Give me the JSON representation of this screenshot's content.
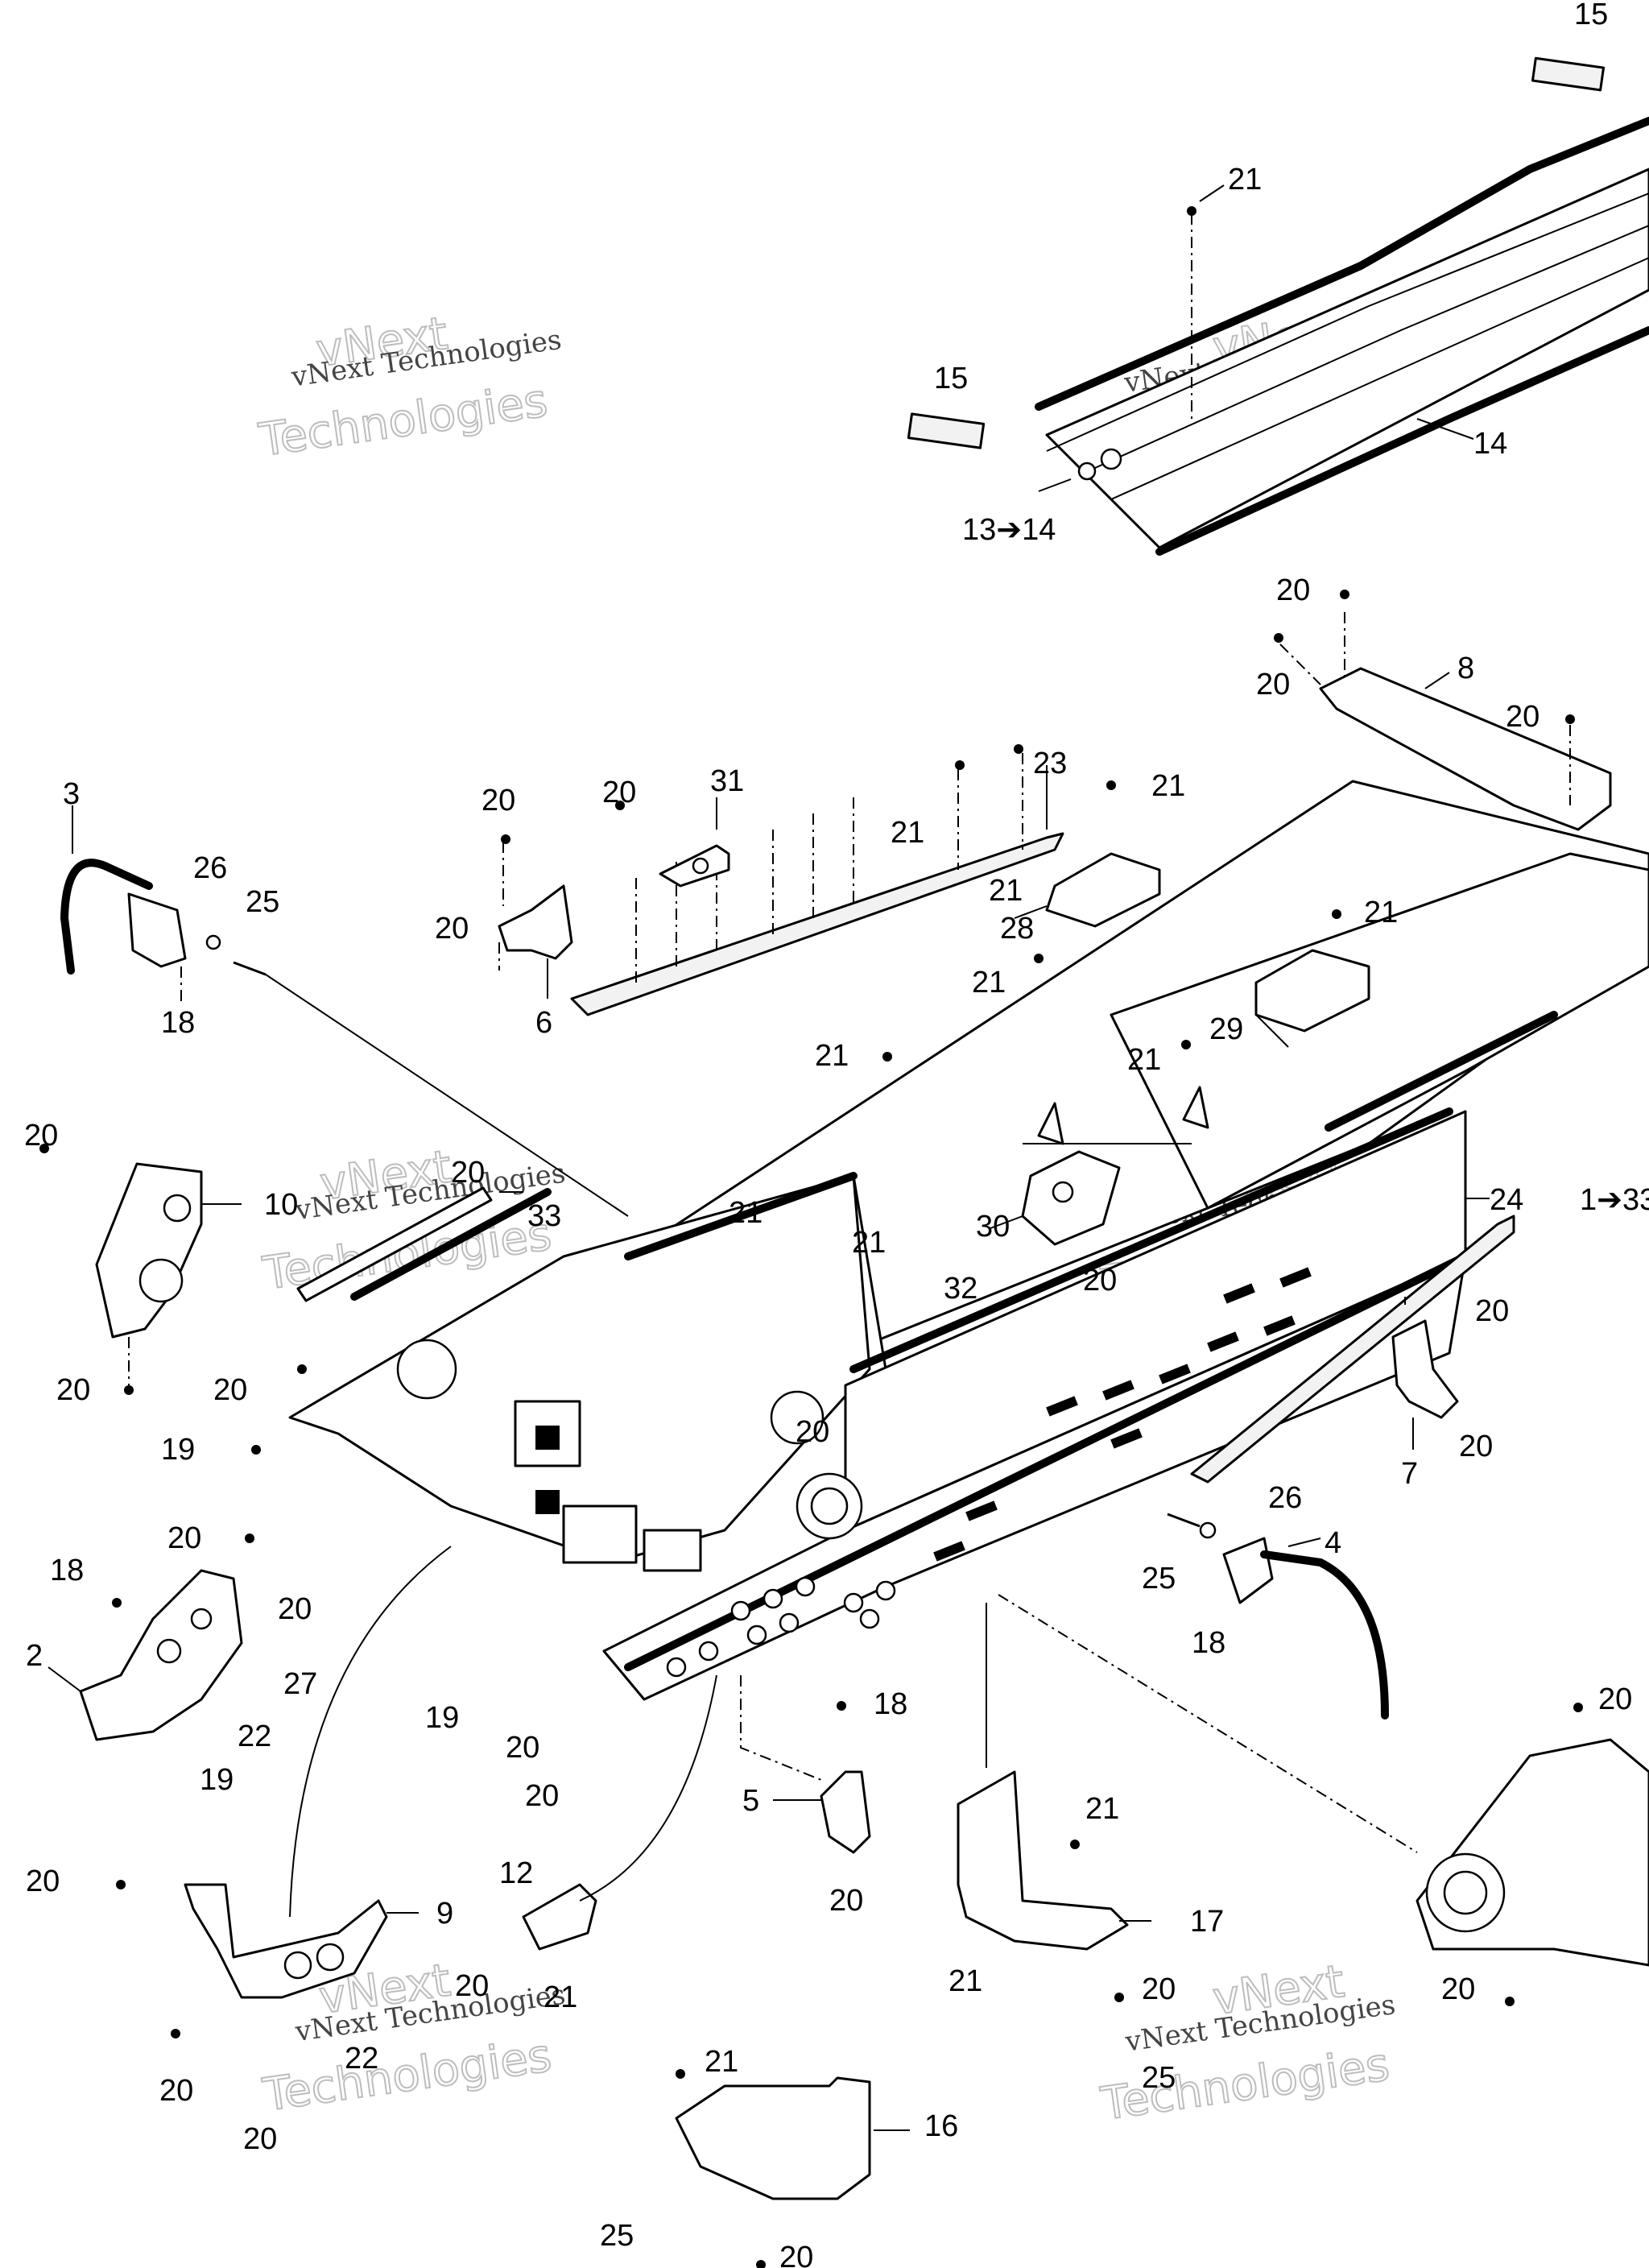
{
  "watermark": {
    "line_small": "vNext Technologies",
    "line_top": "vNext",
    "line_bottom": "Technologies"
  },
  "callouts": {
    "c1": "1➔33",
    "c2": "2",
    "c3": "3",
    "c4": "4",
    "c5": "5",
    "c6": "6",
    "c7": "7",
    "c8": "8",
    "c9": "9",
    "c10": "10",
    "c12": "12",
    "c13": "13➔14",
    "c14": "14",
    "c15": "15",
    "c16": "16",
    "c17": "17",
    "c18": "18",
    "c19": "19",
    "c20": "20",
    "c21": "21",
    "c22": "22",
    "c23": "23",
    "c24": "24",
    "c25": "25",
    "c26": "26",
    "c27": "27",
    "c28": "28",
    "c29": "29",
    "c30": "30",
    "c31": "31",
    "c32": "32",
    "c33": "33"
  },
  "colors": {
    "line": "#000000",
    "background": "#ffffff",
    "watermark": "#bdbdbd"
  }
}
